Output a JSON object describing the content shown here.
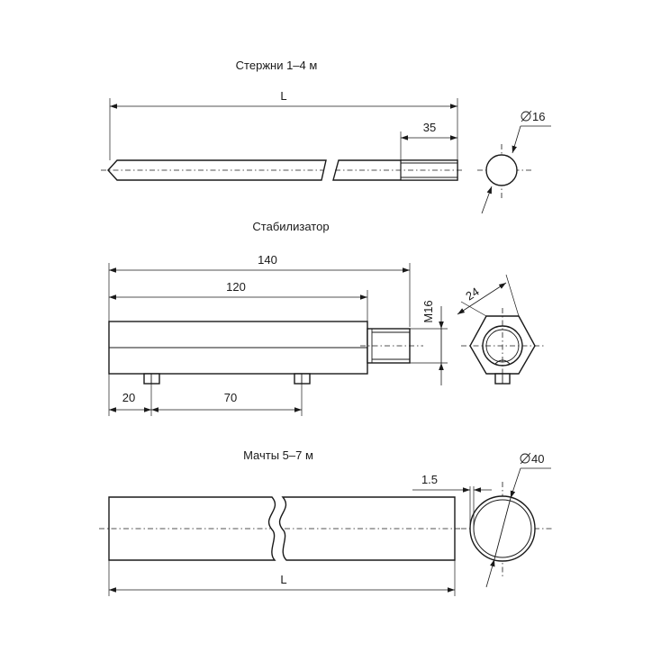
{
  "rods": {
    "title": "Стержни 1–4 м",
    "dim_length": "L",
    "dim_thread": "35",
    "dim_diameter": "16"
  },
  "stabilizer": {
    "title": "Стабилизатор",
    "dim_total": "140",
    "dim_body": "120",
    "dim_thread": "M16",
    "dim_hex": "24",
    "dim_pin_offset": "20",
    "dim_pin_spacing": "70"
  },
  "masts": {
    "title": "Мачты 5–7 м",
    "dim_wall": "1.5",
    "dim_diameter": "40",
    "dim_length": "L"
  }
}
